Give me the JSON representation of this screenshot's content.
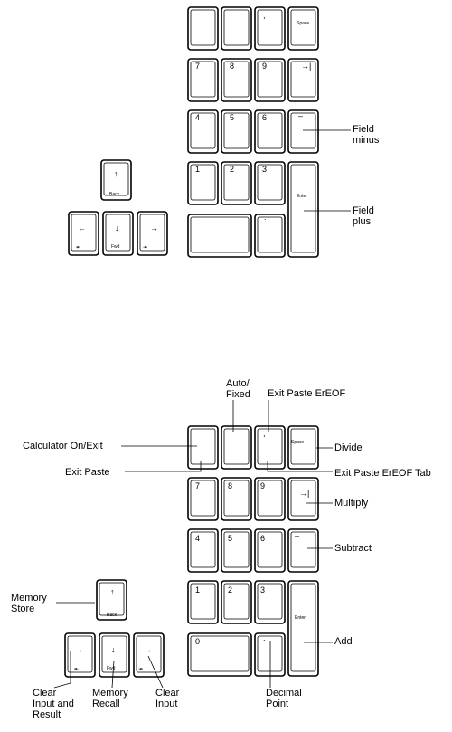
{
  "colors": {
    "ink": "#000000",
    "background": "#ffffff"
  },
  "top_keypad": {
    "keys": {
      "blank1": "",
      "blank2": "",
      "comma": ",",
      "space": "Space",
      "seven": "7",
      "eight": "8",
      "nine": "9",
      "tab": "→|",
      "four": "4",
      "five": "5",
      "six": "6",
      "minus": "–",
      "one": "1",
      "two": "2",
      "three": "3",
      "enter": "Enter",
      "zero": "",
      "decimal": "."
    },
    "callouts": {
      "field_minus": "Field\nminus",
      "field_plus": "Field\nplus"
    }
  },
  "top_cursor": {
    "up_arrow": "↑",
    "back": "Back",
    "left_arrow": "←",
    "left_sub": "↞",
    "down_arrow": "↓",
    "fwd": "Fwd",
    "right_arrow": "→",
    "right_sub": "↠"
  },
  "bottom_keypad": {
    "keys": {
      "blank1": "",
      "blank2": "",
      "comma": ",",
      "space": "Space",
      "seven": "7",
      "eight": "8",
      "nine": "9",
      "tab": "→|",
      "four": "4",
      "five": "5",
      "six": "6",
      "minus": "–",
      "one": "1",
      "two": "2",
      "three": "3",
      "enter": "Enter",
      "zero": "0",
      "decimal": "."
    },
    "callouts": {
      "auto_fixed": "Auto/\nFixed",
      "exit_paste_ereof": "Exit Paste ErEOF",
      "calculator_on_exit": "Calculator On/Exit",
      "divide": "Divide",
      "exit_paste": "Exit Paste",
      "exit_paste_ereof_tab": "Exit Paste ErEOF Tab",
      "multiply": "Multiply",
      "subtract": "Subtract",
      "add": "Add",
      "decimal_point": "Decimal\nPoint"
    }
  },
  "bottom_cursor": {
    "up_arrow": "↑",
    "back": "Back",
    "left_arrow": "←",
    "left_sub": "↞",
    "down_arrow": "↓",
    "fwd": "Fwd",
    "right_arrow": "→",
    "right_sub": "↠",
    "callouts": {
      "memory_store": "Memory\nStore",
      "clear_input_and_result": "Clear\nInput and\nResult",
      "memory_recall": "Memory\nRecall",
      "clear_input": "Clear\nInput"
    }
  }
}
